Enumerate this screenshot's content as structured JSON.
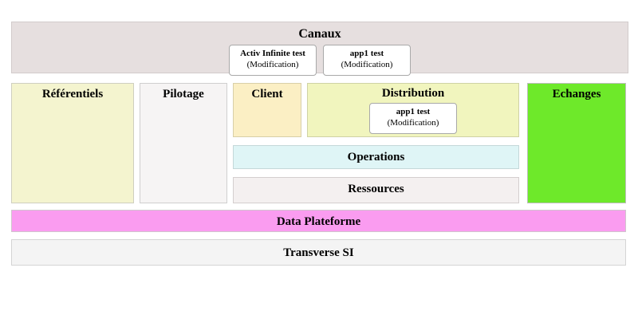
{
  "diagram": {
    "canaux": {
      "title": "Canaux",
      "color": "#E6DFDF",
      "applications": [
        {
          "name": "Activ Infinite test",
          "state": "(Modification)"
        },
        {
          "name": "app1 test",
          "state": "(Modification)"
        }
      ]
    },
    "referentiels": {
      "title": "Référentiels",
      "color": "#F4F4CF"
    },
    "pilotage": {
      "title": "Pilotage",
      "color": "#F6F4F4"
    },
    "client": {
      "title": "Client",
      "color": "#FBEFC4"
    },
    "distribution": {
      "title": "Distribution",
      "color": "#F1F5BE",
      "applications": [
        {
          "name": "app1 test",
          "state": "(Modification)"
        }
      ]
    },
    "operations": {
      "title": "Operations",
      "color": "#DFF5F6"
    },
    "ressources": {
      "title": "Ressources",
      "color": "#F4F0F0"
    },
    "echanges": {
      "title": "Echanges",
      "color": "#6EE92A"
    },
    "dataplateforme": {
      "title": "Data Plateforme",
      "color": "#FA9CF0"
    },
    "transversesi": {
      "title": "Transverse SI",
      "color": "#F4F4F4"
    }
  }
}
